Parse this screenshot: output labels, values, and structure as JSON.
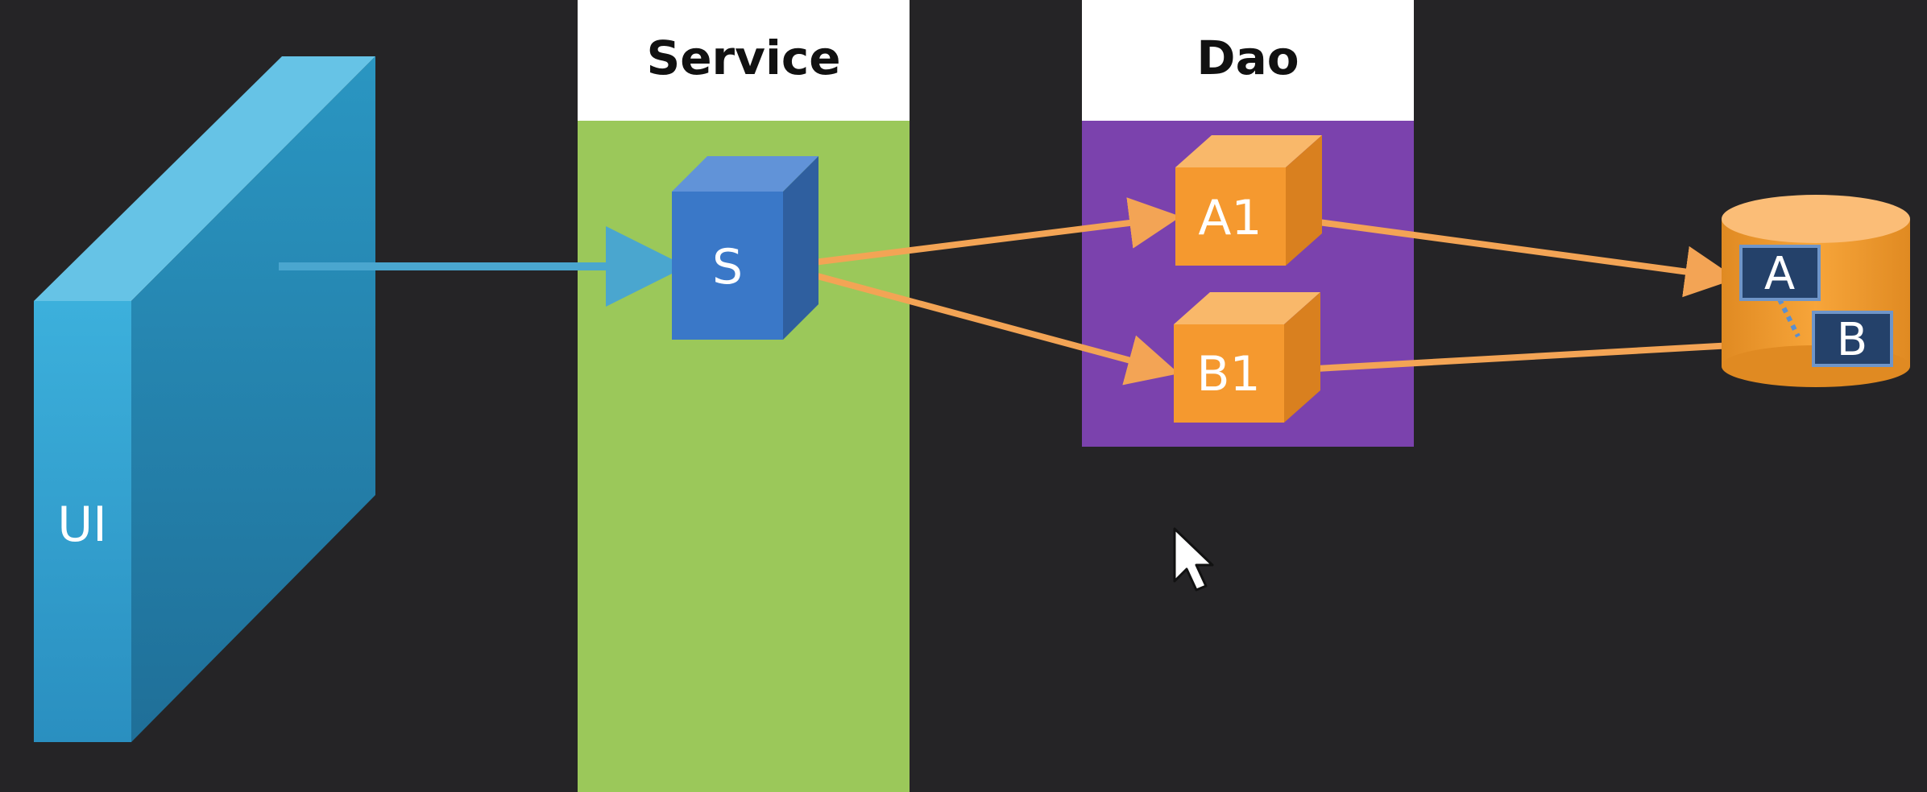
{
  "layers": {
    "ui": {
      "label": "UI"
    },
    "service": {
      "title": "Service",
      "component": "S"
    },
    "dao": {
      "title": "Dao",
      "components": [
        "A1",
        "B1"
      ]
    },
    "database": {
      "tables": [
        "A",
        "B"
      ]
    }
  },
  "colors": {
    "background": "#252426",
    "ui_panel": "#2f9fcf",
    "service_column": "#9bc85a",
    "dao_column": "#7b42ad",
    "service_box": "#3a78c8",
    "dao_box": "#f5992f",
    "database": "#f39a2c",
    "ui_arrow": "#4aa6cf",
    "flow_arrow": "#f3a455",
    "table_box": "#24416a"
  },
  "icons": [
    "cursor-pointer-icon",
    "database-icon"
  ]
}
